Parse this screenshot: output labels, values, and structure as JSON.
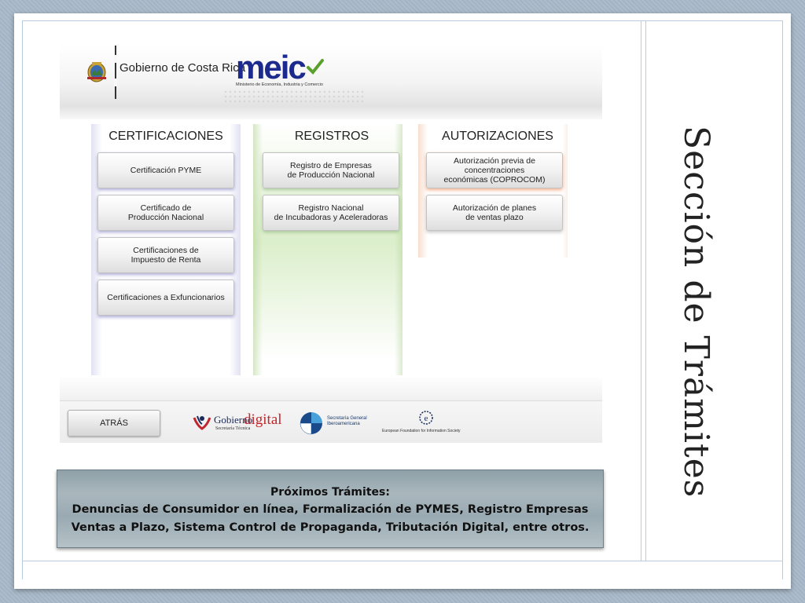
{
  "slide": {
    "side_title": "Sección de Trámites"
  },
  "header": {
    "gov_text": "Gobierno de Costa Rica",
    "meic_logo": "meic",
    "meic_subtitle": "Ministerio de Economía, Industria y Comercio"
  },
  "columns": [
    {
      "title": "CERTIFICACIONES",
      "accent": "#8a8ad0",
      "buttons": [
        "Certificación PYME",
        "Certificado de\nProducción Nacional",
        "Certificaciones de\nImpuesto de Renta",
        "Certificaciones a Exfuncionarios"
      ]
    },
    {
      "title": "REGISTROS",
      "accent": "#9ccb7a",
      "buttons": [
        "Registro de Empresas\nde Producción Nacional",
        "Registro Nacional\nde Incubadoras y Aceleradoras"
      ]
    },
    {
      "title": "AUTORIZACIONES",
      "accent": "#e8915c",
      "buttons": [
        "Autorización previa de\nconcentraciones\neconómicas (COPROCOM)",
        "Autorización de planes\nde ventas plazo"
      ]
    }
  ],
  "footer": {
    "back_label": "ATRÁS",
    "gd_text1": "Gobierno",
    "gd_text2": "digital",
    "gd_sub": "Secretaría Técnica",
    "segib_text": "Secretaría General\nIberoamericana",
    "efis_text": "European Foundation for Information Society"
  },
  "banner": {
    "title": "Próximos Trámites:",
    "line1": "Denuncias de Consumidor en línea, Formalización de PYMES, Registro Empresas",
    "line2": "Ventas a Plazo, Sistema Control de Propaganda, Tributación Digital, entre otros."
  }
}
